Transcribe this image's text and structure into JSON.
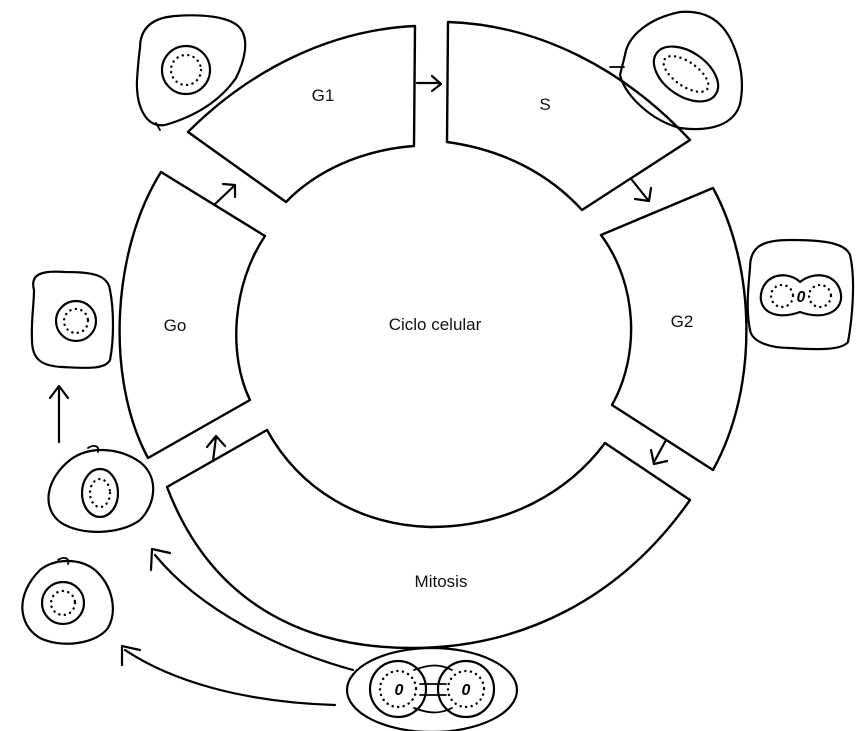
{
  "diagram": {
    "center_label": "Ciclo celular",
    "phases": {
      "g1": "G1",
      "s": "S",
      "g2": "G2",
      "mitosis": "Mitosis",
      "go": "Go"
    },
    "chromosome_mark": "0"
  }
}
